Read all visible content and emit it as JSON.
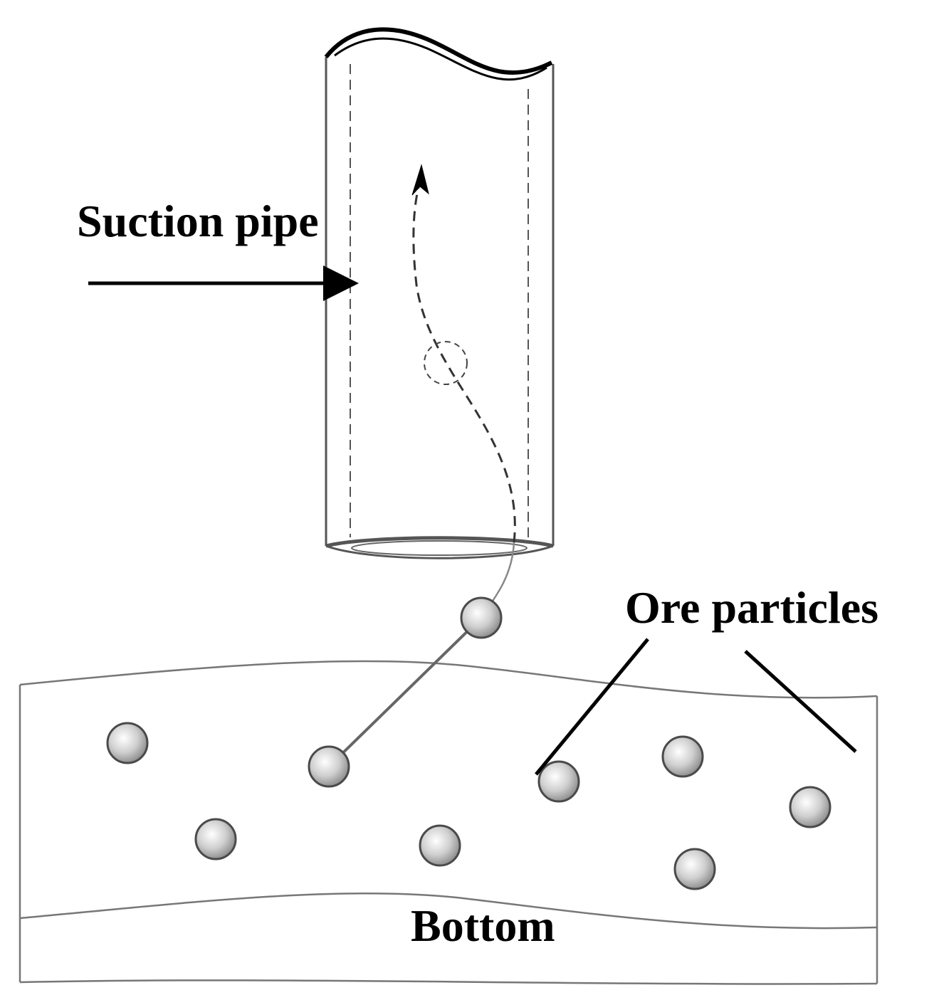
{
  "labels": {
    "suction_pipe": "Suction pipe",
    "ore_particles": "Ore particles",
    "bottom": "Bottom"
  },
  "colors": {
    "outline": "#555555",
    "ink": "#000000",
    "particle_fill": "#c8c8c8",
    "particle_edge": "#4a4a4a",
    "background": "#ffffff"
  }
}
